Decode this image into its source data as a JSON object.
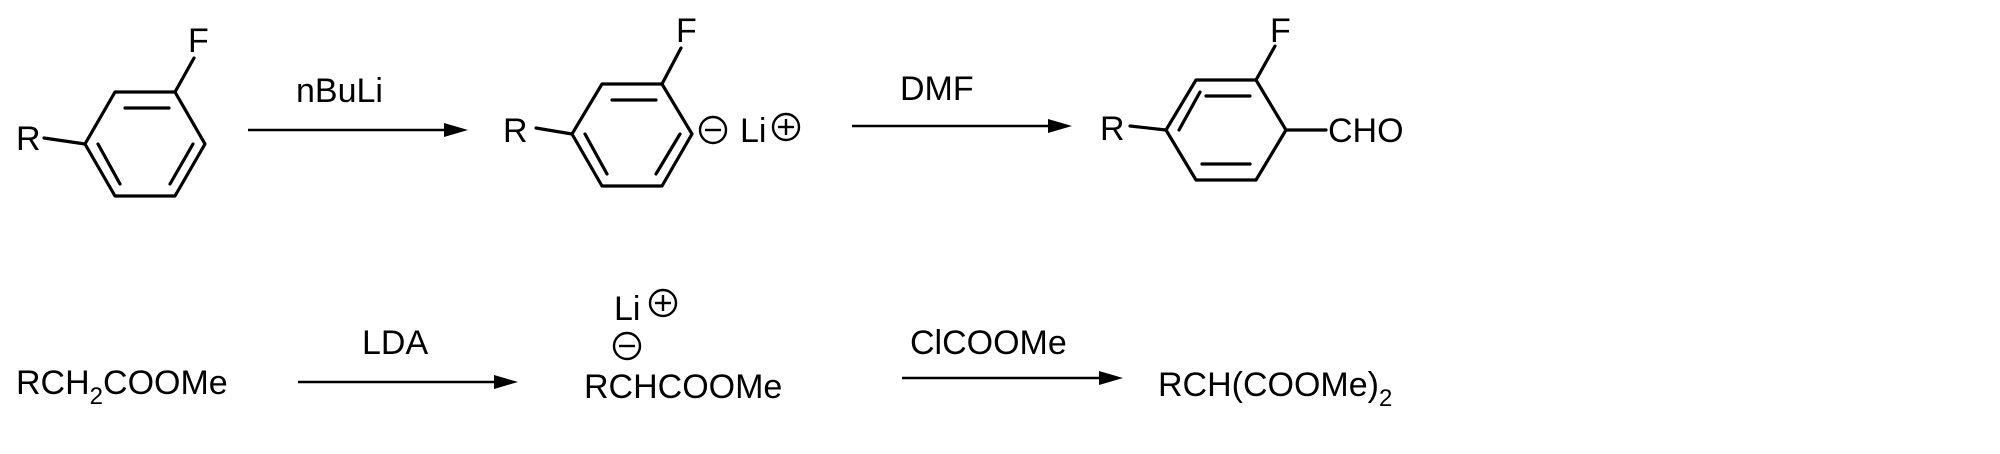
{
  "scheme": {
    "row1": {
      "start_sub": "R",
      "start_halogen": "F",
      "reagent1": "nBuLi",
      "mid_sub": "R",
      "mid_halogen": "F",
      "mid_counterion": "Li",
      "reagent2": "DMF",
      "prod_sub": "R",
      "prod_halogen": "F",
      "prod_group": "CHO"
    },
    "row2": {
      "start_main": "RCH",
      "start_sub": "2",
      "start_end": "COOMe",
      "reagent1": "LDA",
      "mid_counterion": "Li",
      "mid_formula": "RCHCOOMe",
      "reagent2": "ClCOOMe",
      "prod_main": "RCH(COOMe)",
      "prod_sub": "2"
    }
  }
}
